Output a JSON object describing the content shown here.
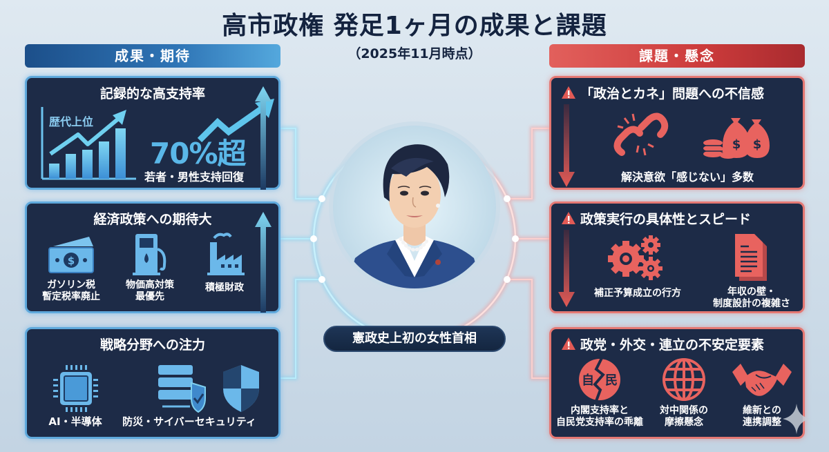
{
  "header": {
    "title": "高市政権 発足1ヶ月の成果と課題",
    "subtitle": "（2025年11月時点）"
  },
  "left_column": {
    "label": "成果・期待",
    "color": "#2f75b6",
    "panels": [
      {
        "title": "記録的な高支持率",
        "chart_label": "歴代上位",
        "big_value": "70%超",
        "note": "若者・男性支持回復",
        "icons": [
          "bar-chart-rising-icon",
          "trend-up-arrow-icon",
          "up-arrow-icon"
        ]
      },
      {
        "title": "経済政策への期待大",
        "items": [
          {
            "icon": "money-bill-icon",
            "label": "ガソリン税暫定税率廃止",
            "line1": "ガソリン税",
            "line2": "暫定税率廃止"
          },
          {
            "icon": "fuel-pump-icon",
            "label": "物価高対策最優先",
            "line1": "物価高対策",
            "line2": "最優先"
          },
          {
            "icon": "factory-icon",
            "label": "積極財政",
            "line1": "積極財政",
            "line2": ""
          }
        ]
      },
      {
        "title": "戦略分野への注力",
        "items": [
          {
            "icon": "chip-icon",
            "label": "AI・半導体"
          },
          {
            "icon": "server-shield-icon",
            "label": "防災・サイバーセキュリティ"
          },
          {
            "icon": "shield-icon",
            "label": ""
          }
        ]
      }
    ]
  },
  "right_column": {
    "label": "課題・懸念",
    "color": "#cc3b3b",
    "panels": [
      {
        "title": "「政治とカネ」問題への不信感",
        "note": "解決意欲「感じない」多数",
        "icons": [
          "warning-icon",
          "broken-chain-icon",
          "money-bags-icon",
          "down-arrow-icon"
        ]
      },
      {
        "title": "政策実行の具体性とスピード",
        "items": [
          {
            "icon": "gears-icon",
            "line1": "補正予算成立の行方",
            "line2": ""
          },
          {
            "icon": "document-icon",
            "line1": "年収の壁・",
            "line2": "制度設計の複雑さ"
          }
        ]
      },
      {
        "title": "政党・外交・連立の不安定要素",
        "items": [
          {
            "icon": "split-party-icon",
            "badge_left": "自",
            "badge_right": "民",
            "line1": "内閣支持率と",
            "line2": "自民党支持率の乖離"
          },
          {
            "icon": "globe-icon",
            "line1": "対中関係の",
            "line2": "摩擦懸念"
          },
          {
            "icon": "handshake-icon",
            "line1": "維新との",
            "line2": "連携調整"
          }
        ]
      }
    ]
  },
  "center": {
    "caption": "憲政史上初の女性首相",
    "portrait": "prime-minister-portrait"
  },
  "colors": {
    "panel_bg": "#1d2b47",
    "blue_accent": "#5fa9dc",
    "red_accent": "#e57873",
    "title_text": "#14233f"
  }
}
